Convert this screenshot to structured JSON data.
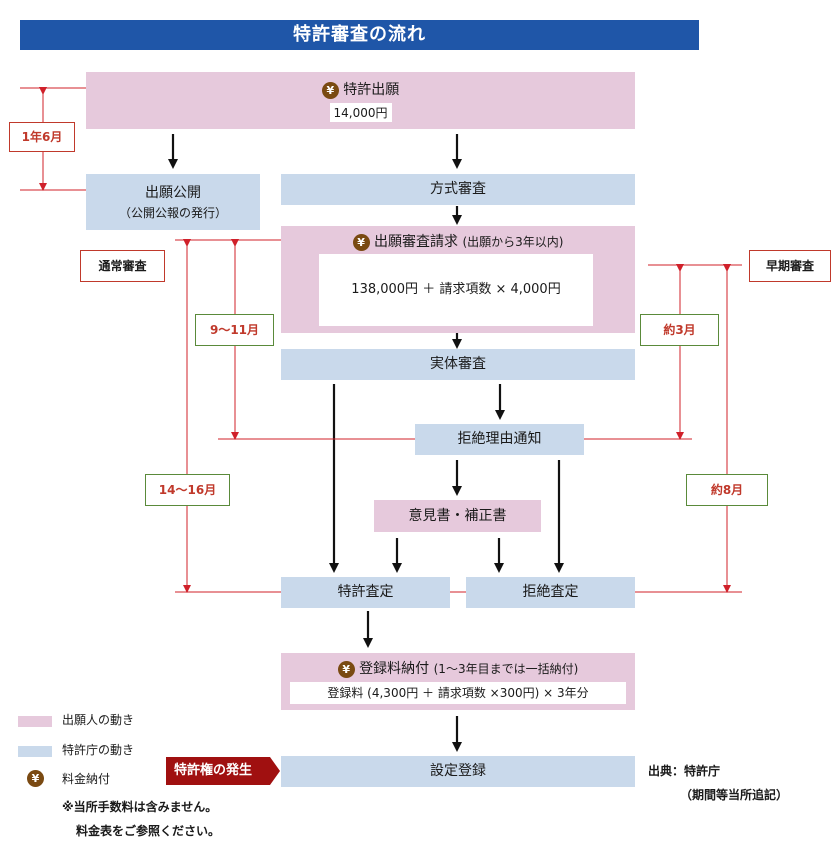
{
  "title": "特許審査の流れ",
  "boxes": {
    "application": {
      "label": "特許出願",
      "fee": "14,000円"
    },
    "publication": {
      "label": "出願公開",
      "sub": "（公開公報の発行）"
    },
    "formality": {
      "label": "方式審査"
    },
    "exam_request": {
      "label": "出願審査請求",
      "sub": "(出願から3年以内)",
      "fee": "138,000円 ＋ 請求項数 × 4,000円"
    },
    "substantive": {
      "label": "実体審査"
    },
    "refusal_notice": {
      "label": "拒絶理由通知"
    },
    "opinion": {
      "label": "意見書・補正書"
    },
    "grant_decision": {
      "label": "特許査定"
    },
    "refusal_decision": {
      "label": "拒絶査定"
    },
    "reg_fee": {
      "label": "登録料納付",
      "sub": "(1～3年目までは一括納付)",
      "fee": "登録料 (4,300円 ＋ 請求項数 ×300円) × 3年分"
    },
    "registration": {
      "label": "設定登録"
    }
  },
  "durations": {
    "pub": "1年6月",
    "normal_label": "通常審査",
    "early_label": "早期審査",
    "normal_first": "9～11月",
    "normal_total": "14～16月",
    "early_first": "約3月",
    "early_total": "約8月"
  },
  "tag": "特許権の発生",
  "legend": {
    "applicant": "出願人の動き",
    "office": "特許庁の動き",
    "fee": "料金納付"
  },
  "colors": {
    "applicant": "#e6c9dc",
    "office": "#c9d9eb",
    "title": "#1f56a8",
    "tag": "#a01010",
    "guide": "#d0202a"
  },
  "notes": {
    "line1": "※当所手数料は含みません。",
    "line2": "料金表をご参照ください。"
  },
  "source": {
    "line1": "出典：特許庁",
    "line2": "（期間等当所追記）"
  },
  "yen_symbol": "¥"
}
